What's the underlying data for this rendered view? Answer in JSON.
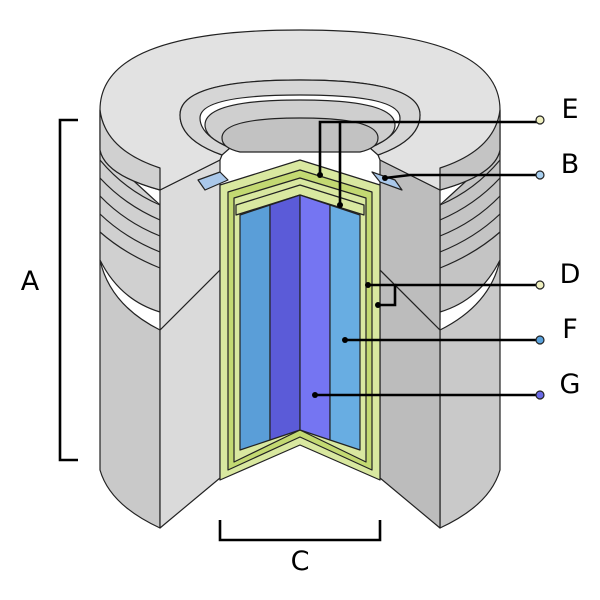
{
  "labels": {
    "A": "A",
    "B": "B",
    "C": "C",
    "D": "D",
    "E": "E",
    "F": "F",
    "G": "G"
  },
  "colors": {
    "outer_light": "#dcdcdc",
    "outer_mid": "#c8c8c8",
    "outer_dark": "#b9b9b9",
    "ring_top": "#e6e6e6",
    "spacer_blue": "#a9c8ea",
    "liner_green": "#d9e8a0",
    "liner_gap": "#c3d972",
    "cell_f": "#5aa2dc",
    "cell_g_dark": "#5b5bd0",
    "cell_g": "#7070f0",
    "cell_light": "#6aaee2",
    "dot_e": "#f0f0c0",
    "dot_b": "#a9d0f0",
    "dot_d": "#f0f0c0",
    "dot_f": "#5aa2dc",
    "dot_g": "#6a6ae6"
  },
  "icons": {
    "structure": "cutaway-cylinder-assembly"
  }
}
